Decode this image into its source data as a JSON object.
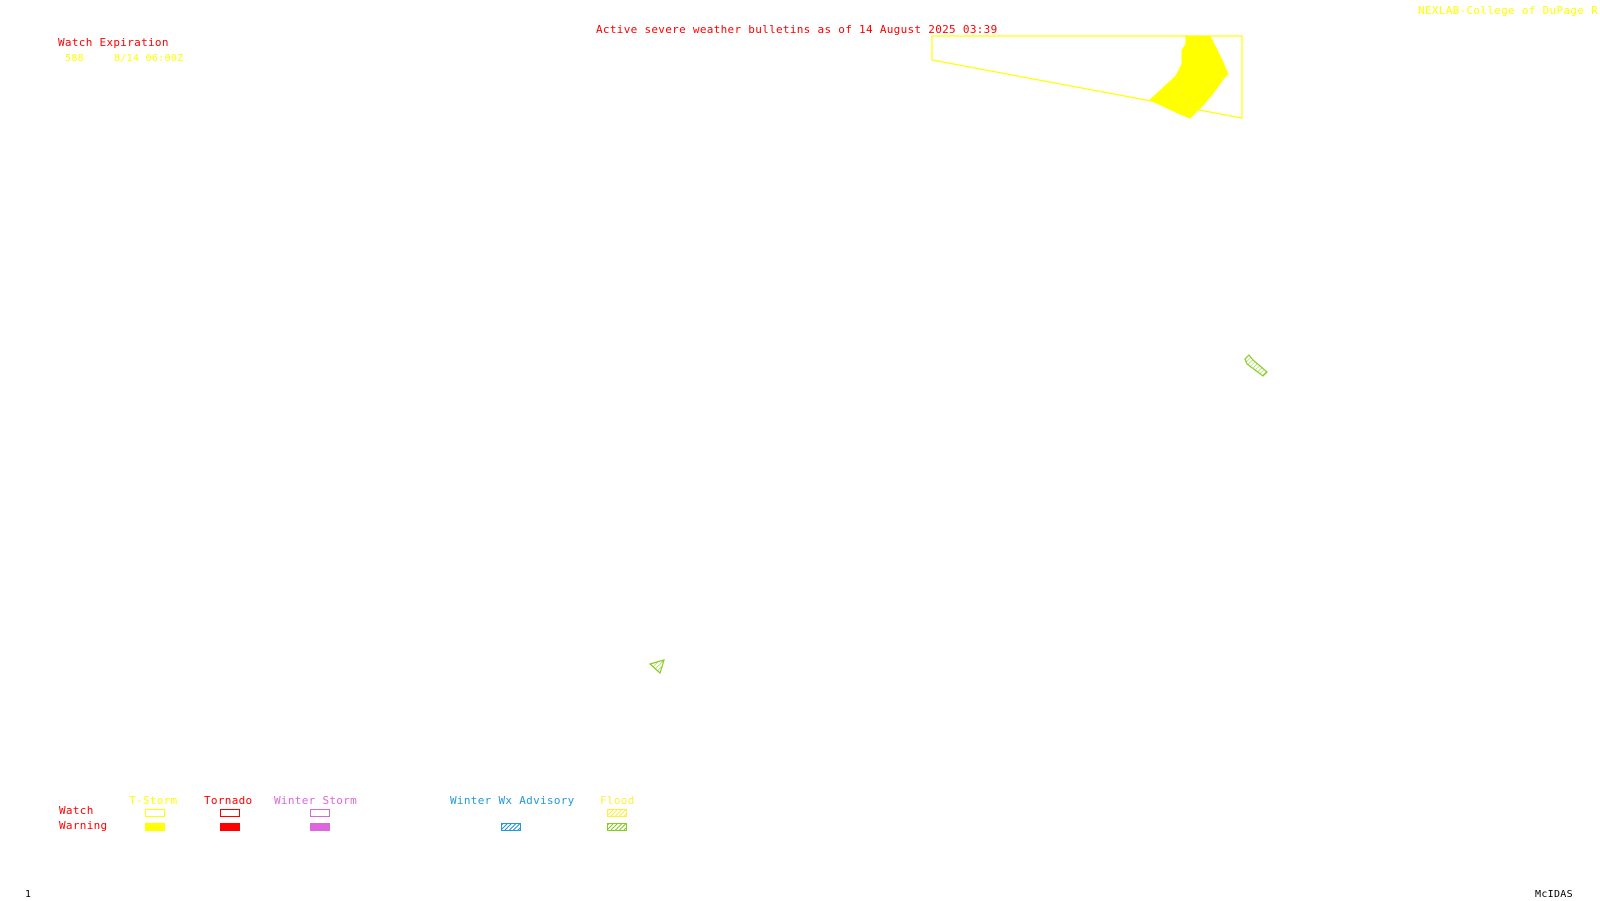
{
  "header": {
    "title": "Active severe weather bulletins as of 14 August 2025 03:39",
    "credit": "NEXLAB-College of DuPage R"
  },
  "watch_expiration": {
    "heading": "Watch Expiration",
    "rows": [
      {
        "id": "588",
        "expires": "8/14 06:00Z"
      }
    ]
  },
  "legend": {
    "row_labels": {
      "watch": "Watch",
      "warning": "Warning"
    },
    "categories": [
      {
        "label": "T-Storm",
        "color": "#ffff00",
        "warning_style": "solid"
      },
      {
        "label": "Tornado",
        "color": "#ff0000",
        "warning_style": "solid"
      },
      {
        "label": "Winter Storm",
        "color": "#dd66dd",
        "warning_style": "solid"
      },
      {
        "label": "Winter Wx Advisory",
        "color": "#2299dd",
        "warning_style": "hatched"
      },
      {
        "label": "Flood",
        "color": "#ffee44",
        "warning_color": "#88cc22",
        "warning_style": "hatched"
      }
    ]
  },
  "map_features": [
    {
      "type": "severe-thunderstorm-watch",
      "id": "588",
      "color": "#ffff00"
    },
    {
      "type": "flood-warning",
      "color": "#88cc22"
    },
    {
      "type": "flood-warning",
      "color": "#88cc22"
    }
  ],
  "footer": {
    "frame_number": "1",
    "software": "McIDAS"
  },
  "colors": {
    "title": "#ff0000",
    "credit": "#ffff00",
    "expiration_text": "#ffff00",
    "background": "#ffffff"
  }
}
